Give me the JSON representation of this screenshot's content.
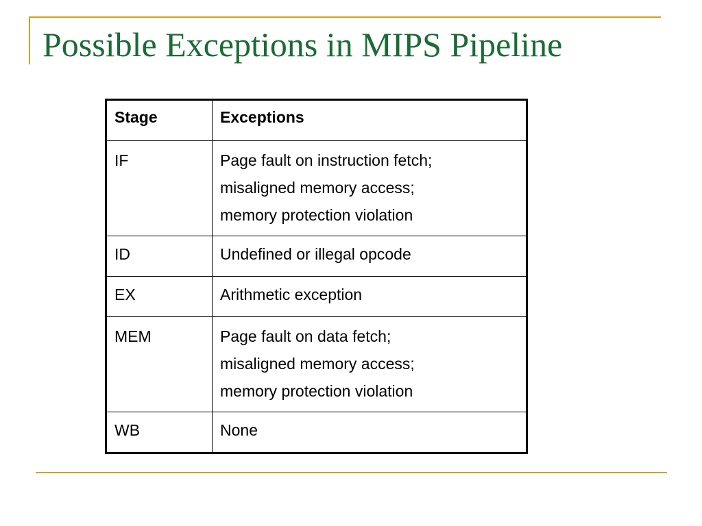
{
  "slide": {
    "title": "Possible Exceptions in MIPS Pipeline"
  },
  "table": {
    "headers": {
      "stage": "Stage",
      "exceptions": "Exceptions"
    },
    "rows": [
      {
        "stage": "IF",
        "lines": [
          "Page fault on instruction fetch;",
          "misaligned memory access;",
          "memory protection violation"
        ]
      },
      {
        "stage": "ID",
        "lines": [
          "Undefined or illegal opcode"
        ]
      },
      {
        "stage": "EX",
        "lines": [
          "Arithmetic exception"
        ]
      },
      {
        "stage": "MEM",
        "lines": [
          "Page fault on data fetch;",
          "misaligned memory access;",
          "memory protection violation"
        ]
      },
      {
        "stage": "WB",
        "lines": [
          "None"
        ]
      }
    ]
  },
  "colors": {
    "title": "#1a6b35",
    "accent_rule": "#d4a017",
    "table_border": "#000000"
  }
}
